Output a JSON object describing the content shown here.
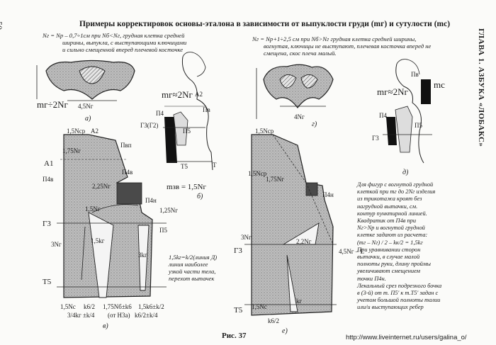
{
  "page": {
    "number": "50",
    "running_title": "ГЛАВА 1. АЗБУКА «ЛОБАКС»",
    "title": "Примеры корректировок основы-эталона в зависимости от выпуклости груди (mг) и сутулости (mс)",
    "figure": "Рис. 37",
    "watermark": "http://www.liveinternet.ru/users/galina_o/"
  },
  "notes": {
    "top_left_1": "Nг = Nр – 0,7÷1см при Nб<Nг, грудная клетка средней",
    "top_left_2": "ширины, выпукла, с выступающими ключицами",
    "top_left_3": "и сильно смещенной вперед плечевой косточке",
    "top_right_1": "Nг = Nр+1÷2,5 см при Nб>Nг грудная клетка средней ширины,",
    "top_right_2": "вогнутая, ключицы не выступают, плечевая косточка вперед не",
    "top_right_3": "смещена, скос плеча малый.",
    "mid_1": "1,5kг=k/2(линия Д)",
    "mid_2": "линия наиболее",
    "mid_3": "узкой части тела,",
    "mid_4": "перехот вытачек",
    "right_block": [
      "Для фигур с вогнутой грудной",
      "клеткой при mг до 2Nг изделия",
      "из трикотажа кроят без",
      "нагрудной вытачки, см.",
      "контур пунктирной линией.",
      "Квадратик от П4в при",
      "Nг>Nр и вогнутой грудной",
      "клетке задают из расчета:",
      "(mг – Nг) / 2 – kк/2 = 1,5kг",
      "При уравнивании сторон",
      "вытачки, в случае малой",
      "полноты руки, длину проймы",
      "увеличивают смещением",
      "точки П4н.",
      "Лекальный срез подрезного бочка",
      "в (3-й) от т. П5' к т.Т5' задан с",
      "учетом большой полноты талии",
      "или/и выступающих ребер"
    ]
  },
  "labels": {
    "a": "а)",
    "b": "б)",
    "v": "в)",
    "g": "г)",
    "d": "д)",
    "e": "е)",
    "mg_2ng_a": "mг÷2Nг",
    "w_45ng": "4,5Nг",
    "w_4ng": "4Nг",
    "mg_2ng_b": "mг≈2Nг",
    "mg_2ng_d": "mг≈2Nг",
    "mzv": "mзв = 1,5Nг",
    "mc": "mс",
    "g3g2": "Г3(Г2)",
    "g3_b": "Г3",
    "g3_d": "Г3",
    "p4_b": "П4",
    "p4_d": "П4",
    "p5_b": "П5",
    "p5_d": "П5",
    "t5_b": "Т5",
    "t_b": "Т",
    "pv_b": "Пв",
    "a2_b": "А2",
    "pv_d": "Пв",
    "top_v": "1,5Nср",
    "a2_v": "А2",
    "a1_v": "А1",
    "p4v_v": "П4в",
    "g3_v": "Г3",
    "t5_v": "Т5",
    "pvp_v": "Пвп",
    "p4v_v2": "П4в",
    "p4n_v": "П4н",
    "p5_v": "П5",
    "dim_175": "1,75Nг",
    "dim_225": "2,25Nг",
    "dim_15_v": "1,5Nг",
    "dim_125": "1,25Nг",
    "dim_3_v": "3Nг",
    "dim_15kg": "1,5kг",
    "dim_3kg": "3kг",
    "bot_1": "1,5Nс",
    "bot_2": "k6/2",
    "bot_3": "1,75Nб±k6",
    "bot_4": "1,5k6±k/2",
    "bot_5": "3/4kг ±k/4",
    "bot_6": "(от Н3а)",
    "bot_7": "k6/2±k/4",
    "top_e": "1,5Nср",
    "e_175": "1,75Nг",
    "e_15": "1,5Nср",
    "e_p4n": "П4н",
    "e_22": "2,2Nг",
    "e_3": "3Nг",
    "e_g3": "Г3",
    "e_t5": "Т5",
    "e_45": "4,5Nг – L",
    "e_kg": "kг",
    "e_k62": "k6/2",
    "e_15n": "1,5Nс"
  }
}
